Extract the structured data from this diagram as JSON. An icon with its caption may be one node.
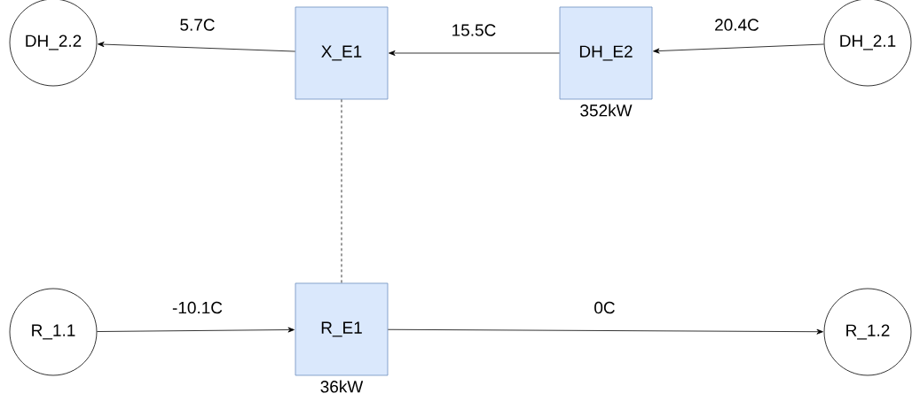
{
  "diagram": {
    "nodes": [
      {
        "text": [
          "DH_2.2"
        ]
      },
      {
        "text": [
          "X_E1"
        ]
      },
      {
        "text": [
          "DH_E2"
        ],
        "beside": [
          "352kW"
        ]
      },
      {
        "text": [
          "DH_2.1"
        ]
      },
      {
        "text": [
          "R_1.1"
        ]
      },
      {
        "text": [
          "R_E1"
        ],
        "beside": [
          "36kW"
        ]
      },
      {
        "text": [
          "R_1.2"
        ]
      }
    ],
    "edges": [
      {
        "from": 1,
        "to": 0,
        "arrow": "to",
        "label": "5.7C"
      },
      {
        "from": 2,
        "to": 1,
        "arrow": "to",
        "label": "15.5C"
      },
      {
        "from": 3,
        "to": 2,
        "arrow": "to",
        "label": "20.4C"
      },
      {
        "from": 1,
        "to": 5,
        "arrow": "none",
        "style": "dashed"
      },
      {
        "from": 4,
        "to": 5,
        "arrow": "to",
        "label": "-10.1C"
      },
      {
        "from": 5,
        "to": 6,
        "arrow": "to",
        "label": "0C"
      }
    ]
  }
}
